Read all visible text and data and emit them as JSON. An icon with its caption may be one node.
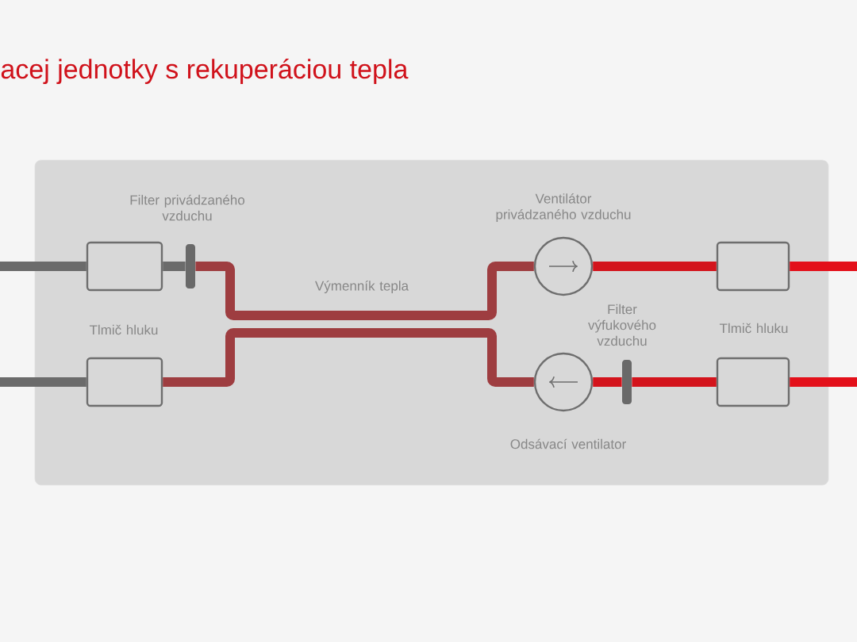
{
  "diagram": {
    "title": "acej jednotky s rekuperáciou tepla",
    "nodes": [
      {
        "text": [],
        "shape": "box"
      },
      {
        "text": [],
        "shape": "box",
        "in": 0
      },
      {
        "text": [],
        "shape": "bar",
        "in": 0
      },
      {
        "text": [],
        "shape": "circle",
        "in": 0
      },
      {
        "text": [],
        "shape": "box",
        "in": 0
      },
      {
        "text": [],
        "shape": "box",
        "in": 0
      },
      {
        "text": [],
        "shape": "circle",
        "in": 0
      },
      {
        "text": [],
        "shape": "bar",
        "in": 0
      },
      {
        "text": [],
        "shape": "box",
        "in": 0
      }
    ],
    "edges": [
      {
        "from": null,
        "to": 1,
        "arrow": "none",
        "color": "#6b6b6b"
      },
      {
        "from": 1,
        "to": 2,
        "arrow": "none",
        "color": "#6b6b6b"
      },
      {
        "from": 2,
        "to": 3,
        "arrow": "none",
        "color": "#9e3d40"
      },
      {
        "from": 3,
        "to": 4,
        "arrow": "none",
        "color": "#d3141c"
      },
      {
        "from": 4,
        "to": null,
        "arrow": "none",
        "color": "#e3101a"
      },
      {
        "from": null,
        "to": 5,
        "arrow": "none",
        "color": "#6b6b6b"
      },
      {
        "from": 5,
        "to": 6,
        "arrow": "none",
        "color": "#9e3d40"
      },
      {
        "from": 6,
        "to": 7,
        "arrow": "none",
        "color": "#d3141c"
      },
      {
        "from": 7,
        "to": 8,
        "arrow": "none",
        "color": "#d3141c"
      },
      {
        "from": 8,
        "to": null,
        "arrow": "none",
        "color": "#e3101a"
      }
    ],
    "labels": [
      "Filter privádzaného vzduchu",
      "Ventilátor privádzaného vzduchu",
      "Výmenník tepla",
      "Tlmič hluku",
      "Filter výfukového vzduchu",
      "Tlmič hluku",
      "Odsávací ventilator"
    ]
  }
}
